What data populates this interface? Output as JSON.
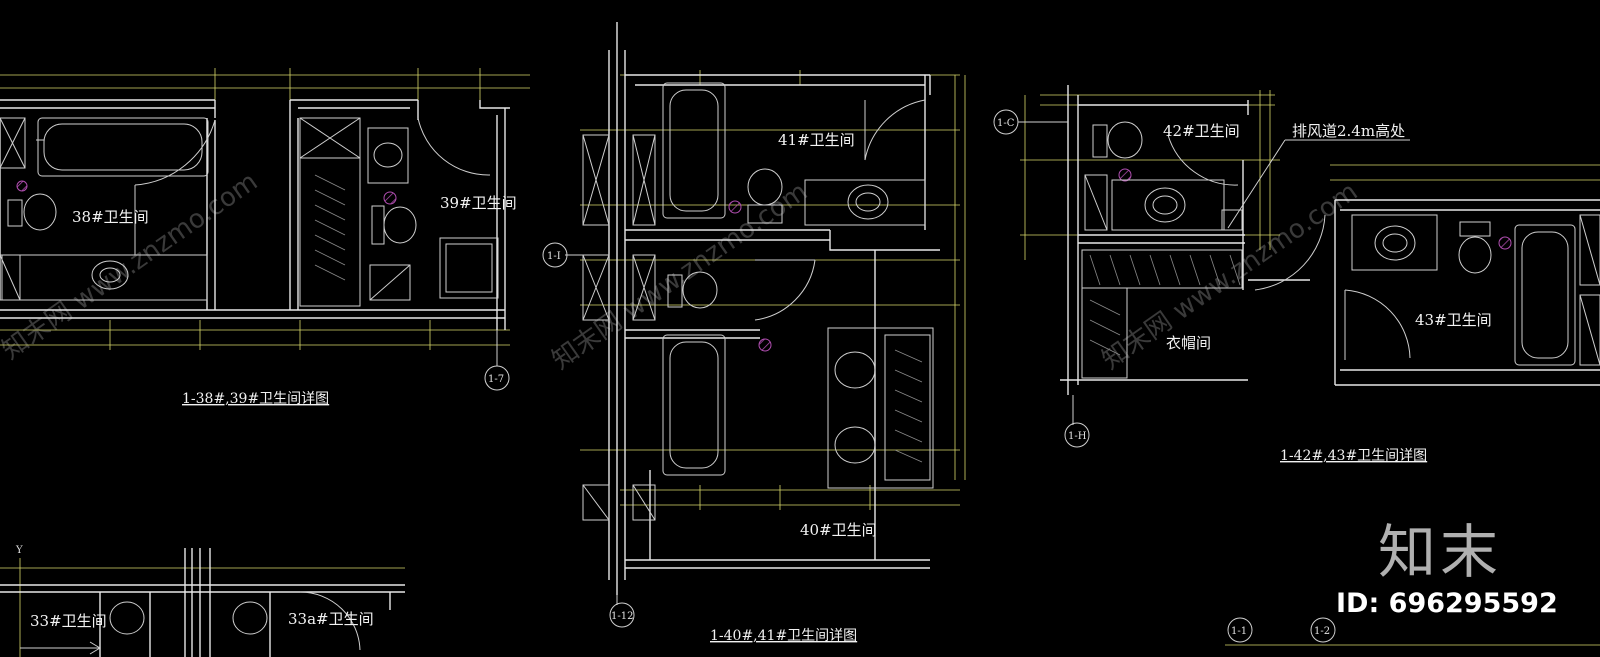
{
  "rooms": {
    "r38": "38#卫生间",
    "r39": "39#卫生间",
    "r41": "41#卫生间",
    "r40": "40#卫生间",
    "r42": "42#卫生间",
    "r43": "43#卫生间",
    "closet": "衣帽间",
    "r33": "33#卫生间",
    "r33a": "33a#卫生间"
  },
  "titles": {
    "t1": "1-38#,39#卫生间详图",
    "t2": "1-40#,41#卫生间详图",
    "t3": "1-42#,43#卫生间详图"
  },
  "notes": {
    "vent": "排风道2.4m高处"
  },
  "axis_labels": {
    "a17": "1-7",
    "ai": "1-I",
    "a12": "1-12",
    "ac": "1-C",
    "ah": "1-H",
    "a11": "1-1",
    "a12b": "1-2",
    "y": "Y"
  },
  "watermark": {
    "logo_text": "知末",
    "id_text": "ID: 696295592"
  },
  "colors": {
    "background": "#000000",
    "lines": "#e8e8e8",
    "dimensions": "#d8d86a",
    "symbol": "#b04eb0"
  }
}
